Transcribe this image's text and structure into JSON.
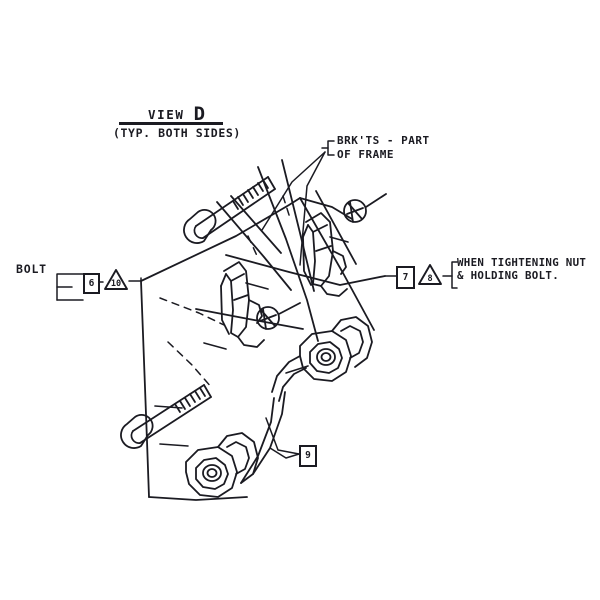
{
  "diagram": {
    "kind": "technical-assembly-line-drawing",
    "background_color": "#ffffff",
    "ink_color": "#1b1b22",
    "view_title_prefix": "VIEW",
    "view_title_letter": "D",
    "view_subtitle": "(TYP. BOTH SIDES)",
    "notes": {
      "brackets": "BRK'TS - PART\nOF FRAME",
      "bolt": "BOLT",
      "tightening": "WHEN TIGHTENING NUT\n& HOLDING BOLT."
    },
    "callouts": [
      {
        "id": "box-6",
        "shape": "box",
        "value": "6"
      },
      {
        "id": "tri-10",
        "shape": "triangle",
        "value": "10"
      },
      {
        "id": "box-7",
        "shape": "box",
        "value": "7"
      },
      {
        "id": "tri-8",
        "shape": "triangle",
        "value": "8"
      },
      {
        "id": "box-9",
        "shape": "box",
        "value": "9"
      }
    ]
  }
}
